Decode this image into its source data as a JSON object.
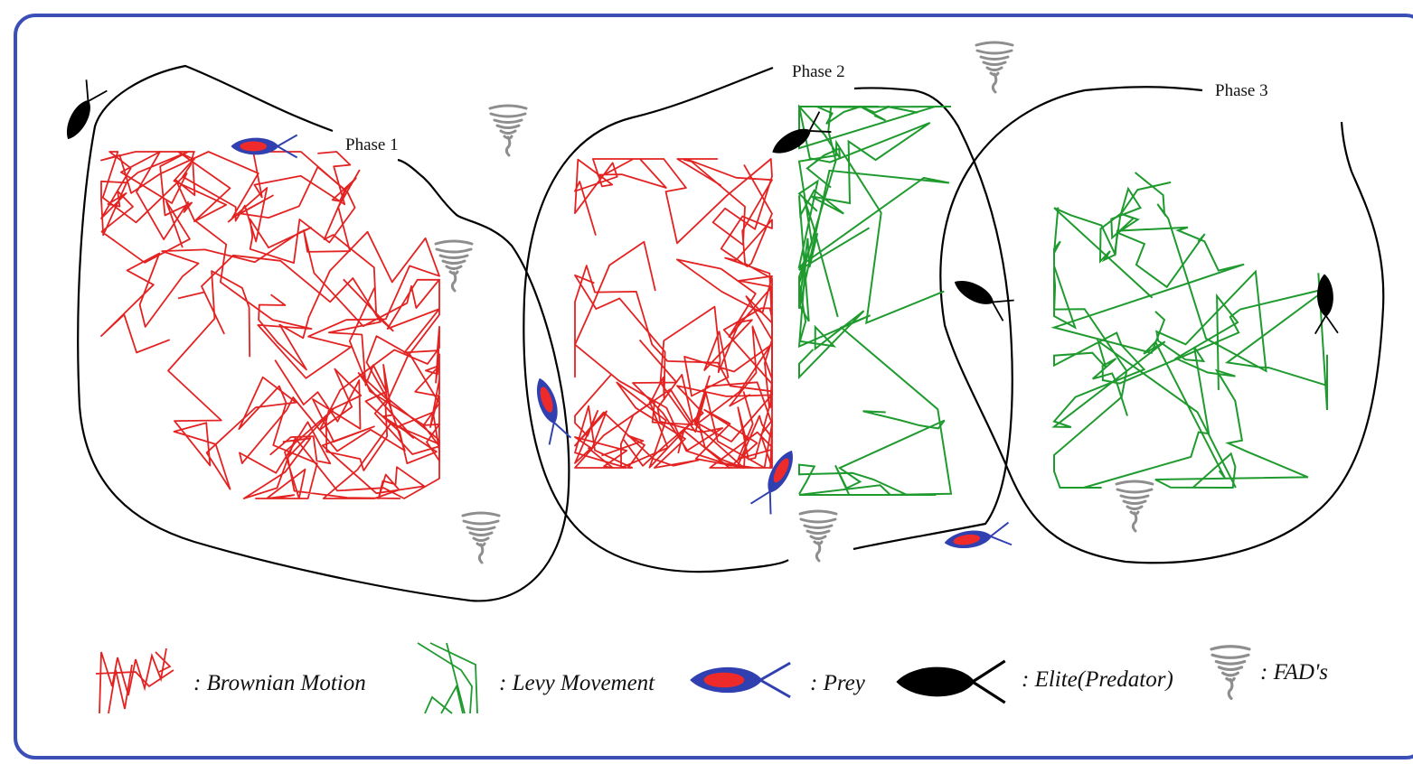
{
  "phases": [
    {
      "label": "Phase 1"
    },
    {
      "label": "Phase 2"
    },
    {
      "label": "Phase 3"
    }
  ],
  "legend": {
    "brownian": ": Brownian Motion",
    "levy": ": Levy Movement",
    "prey": ": Prey",
    "predator": ": Elite(Predator)",
    "fads": ": FAD's"
  },
  "colors": {
    "frame": "#3b4fb8",
    "boundary": "#000000",
    "brownian": "#e32222",
    "levy": "#1f9a2e",
    "prey_body": "#3140b0",
    "prey_core": "#ee2a2a",
    "predator": "#000000",
    "fad": "#8e8e8e"
  },
  "icons": [
    "prey-fish-icon",
    "predator-fish-icon",
    "fad-tornado-icon"
  ]
}
